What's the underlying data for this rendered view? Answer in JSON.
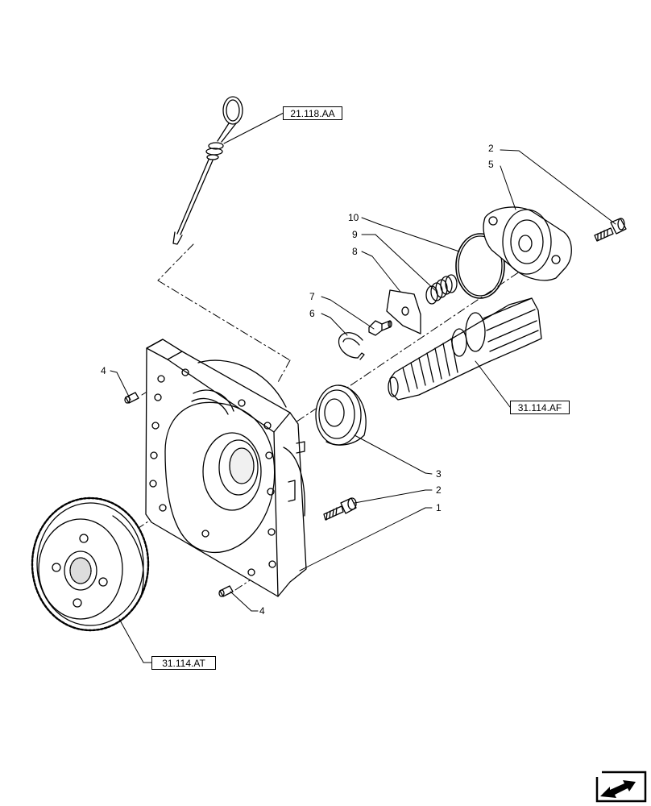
{
  "references": {
    "ref_dipstick": "21.118.AA",
    "ref_shaft": "31.114.AF",
    "ref_gear": "31.114.AT"
  },
  "callouts": {
    "c2_top": "2",
    "c5": "5",
    "c10": "10",
    "c9": "9",
    "c8": "8",
    "c7": "7",
    "c6": "6",
    "c4_top": "4",
    "c3": "3",
    "c2_mid": "2",
    "c1": "1",
    "c4_bottom": "4"
  },
  "icons": {
    "navigation": "next-page-arrow-icon"
  }
}
